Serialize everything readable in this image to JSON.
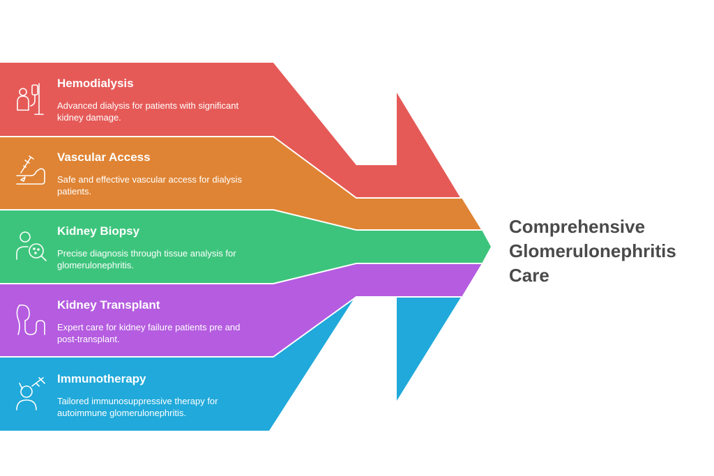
{
  "colors": {
    "hemodialysis": "#E55A57",
    "vascular_access": "#DF8434",
    "kidney_biopsy": "#3DC47C",
    "kidney_transplant": "#B55CE0",
    "immunotherapy": "#20A9DA",
    "result_text": "#4A4A4A"
  },
  "items": [
    {
      "title": "Hemodialysis",
      "desc_line1": "Advanced dialysis for patients with significant",
      "desc_line2": "kidney damage.",
      "icon": "iv-drip-patient-icon",
      "color": "#E55A57"
    },
    {
      "title": "Vascular Access",
      "desc_line1": "Safe and effective vascular access for dialysis",
      "desc_line2": "patients.",
      "icon": "arm-syringe-icon",
      "color": "#DF8434"
    },
    {
      "title": "Kidney Biopsy",
      "desc_line1": "Precise diagnosis through tissue analysis for",
      "desc_line2": "glomerulonephritis.",
      "icon": "person-magnifier-icon",
      "color": "#3DC47C"
    },
    {
      "title": "Kidney Transplant",
      "desc_line1": "Expert care for kidney failure patients pre and",
      "desc_line2": "post-transplant.",
      "icon": "kidney-icon",
      "color": "#B55CE0"
    },
    {
      "title": "Immunotherapy",
      "desc_line1": "Tailored immunosuppressive therapy for",
      "desc_line2": "autoimmune glomerulonephritis.",
      "icon": "patient-syringe-icon",
      "color": "#20A9DA"
    }
  ],
  "result": {
    "line1": "Comprehensive",
    "line2": "Glomerulonephritis",
    "line3": "Care"
  }
}
